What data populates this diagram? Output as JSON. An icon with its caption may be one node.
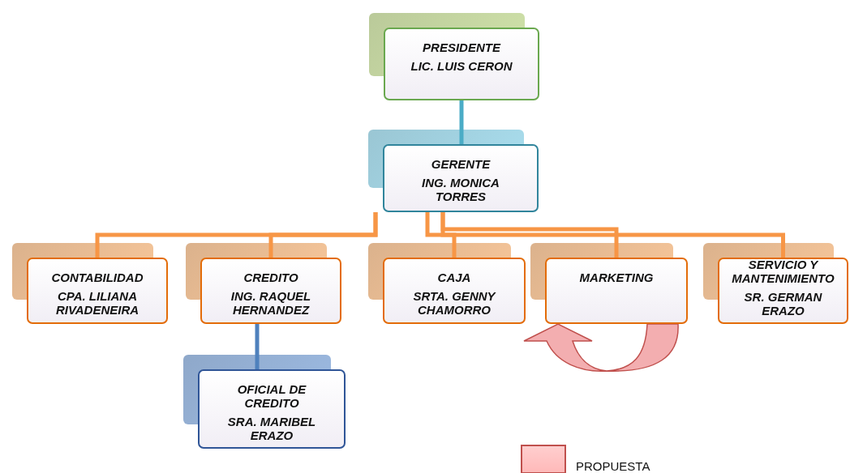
{
  "diagram": {
    "nodes": [
      {
        "text": [
          "PRESIDENTE",
          "LIC. LUIS CERON"
        ]
      },
      {
        "text": [
          "GERENTE",
          "ING. MONICA TORRES"
        ]
      },
      {
        "text": [
          "CONTABILIDAD",
          "CPA. LILIANA RIVADENEIRA"
        ]
      },
      {
        "text": [
          "CREDITO",
          "ING. RAQUEL HERNANDEZ"
        ]
      },
      {
        "text": [
          "CAJA",
          "SRTA. GENNY CHAMORRO"
        ]
      },
      {
        "text": [
          "MARKETING"
        ]
      },
      {
        "text": [
          "SERVICIO Y MANTENIMIENTO",
          "SR.  GERMAN ERAZO"
        ]
      },
      {
        "text": [
          "OFICIAL DE CREDITO",
          "SRA. MARIBEL ERAZO"
        ]
      }
    ],
    "edges": [
      {
        "from": 0,
        "to": 1,
        "arrow": "none",
        "color": "#4bacc6"
      },
      {
        "from": 1,
        "to": 2,
        "arrow": "none"
      },
      {
        "from": 1,
        "to": 3,
        "arrow": "none"
      },
      {
        "from": 1,
        "to": 4,
        "arrow": "none"
      },
      {
        "from": 1,
        "to": 5,
        "arrow": "none"
      },
      {
        "from": 1,
        "to": 6,
        "arrow": "none"
      },
      {
        "from": 3,
        "to": 7,
        "arrow": "none",
        "color": "#4f81bd"
      }
    ],
    "legend": [
      {
        "text": "PROPUESTA",
        "color": "#ffb9b9"
      }
    ]
  }
}
